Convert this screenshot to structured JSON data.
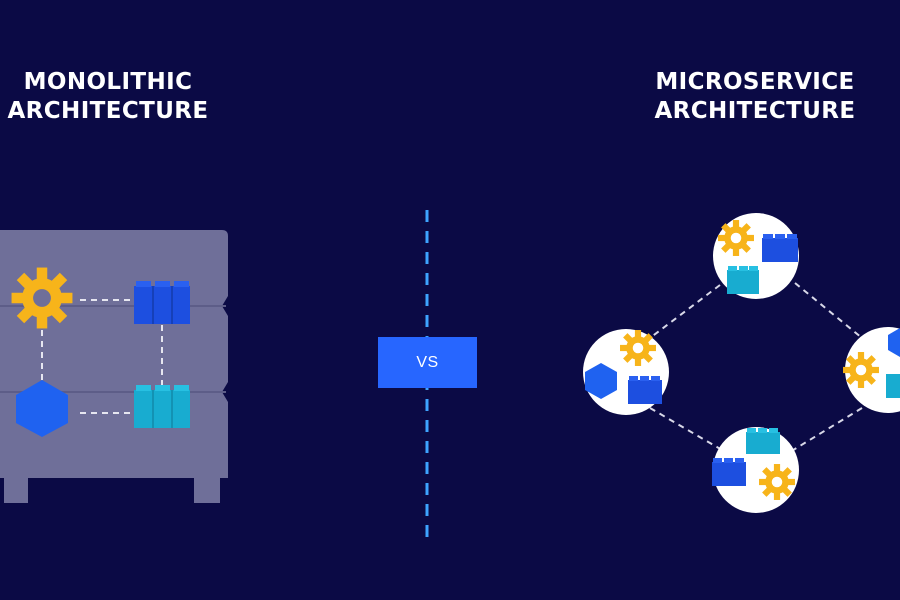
{
  "left_title": {
    "line1": "MONOLITHIC",
    "line2": "ARCHITECTURE"
  },
  "right_title": {
    "line1": "MICROSERVICE",
    "line2": "ARCHITECTURE"
  },
  "divider_label": "VS",
  "colors": {
    "background": "#0b0a45",
    "monolith_body": "#6f6f99",
    "gear": "#f7b41a",
    "blue_block": "#1d4fe0",
    "teal_block": "#18acd0",
    "hexagon": "#1f62f0",
    "accent": "#2766ff",
    "divider": "#3ea4ff",
    "node": "#ffffff",
    "connector": "#d8d8e8"
  },
  "icons": [
    "gear-icon",
    "lego-brick-icon",
    "hexagon-icon"
  ]
}
